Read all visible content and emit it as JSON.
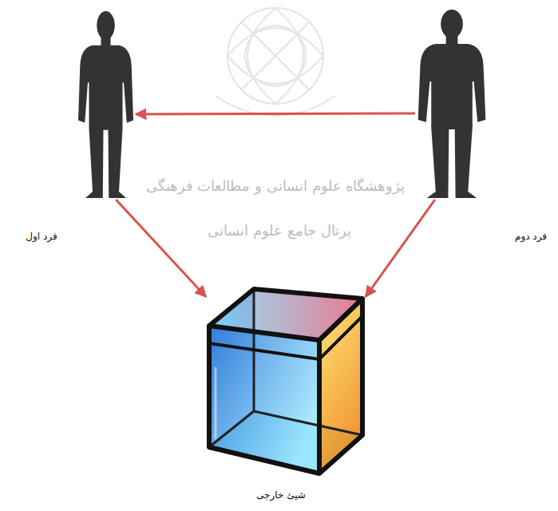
{
  "diagram": {
    "nodes": [
      {
        "text": [
          "فرد اول"
        ]
      },
      {
        "text": [
          "فرد دوم"
        ]
      },
      {
        "text": [
          "شیئ خارجی"
        ]
      }
    ],
    "edges": [
      {
        "from": 1,
        "to": 0,
        "arrow": "to"
      },
      {
        "from": 0,
        "to": 2,
        "arrow": "to"
      },
      {
        "from": 1,
        "to": 2,
        "arrow": "to"
      }
    ],
    "labels": [
      "پژوهشگاه علوم انسانی و مطالعات فرهنگی",
      "پرتال جامع علوم انسانی"
    ]
  }
}
